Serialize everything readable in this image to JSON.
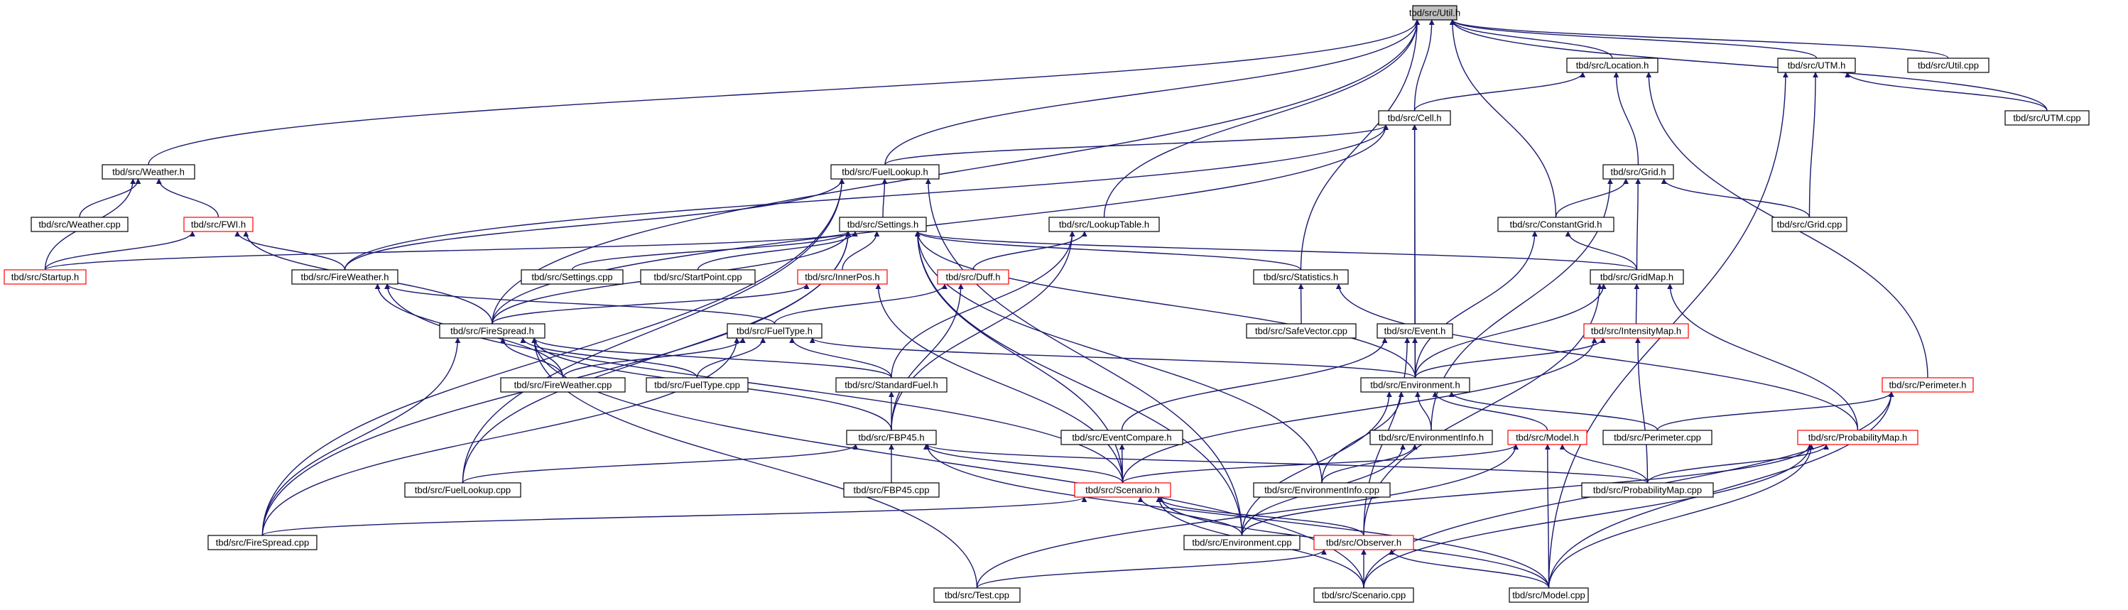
{
  "colors": {
    "edge": "#191970",
    "node_border": "#000000",
    "node_border_incomplete": "#ff0000",
    "node_fill": "#ffffff",
    "node_fill_selected": "#bfbfbf"
  },
  "nodes": {
    "util_h": {
      "label": "tbd/src/Util.h",
      "style": "selected"
    },
    "location_h": {
      "label": "tbd/src/Location.h",
      "style": "normal"
    },
    "utm_h": {
      "label": "tbd/src/UTM.h",
      "style": "normal"
    },
    "util_cpp": {
      "label": "tbd/src/Util.cpp",
      "style": "normal"
    },
    "utm_cpp": {
      "label": "tbd/src/UTM.cpp",
      "style": "normal"
    },
    "cell_h": {
      "label": "tbd/src/Cell.h",
      "style": "normal"
    },
    "weather_h": {
      "label": "tbd/src/Weather.h",
      "style": "normal"
    },
    "fuellookup_h": {
      "label": "tbd/src/FuelLookup.h",
      "style": "normal"
    },
    "grid_h": {
      "label": "tbd/src/Grid.h",
      "style": "normal"
    },
    "weather_cpp": {
      "label": "tbd/src/Weather.cpp",
      "style": "normal"
    },
    "fwi_h": {
      "label": "tbd/src/FWI.h",
      "style": "incomplete"
    },
    "settings_h": {
      "label": "tbd/src/Settings.h",
      "style": "normal"
    },
    "lookuptable_h": {
      "label": "tbd/src/LookupTable.h",
      "style": "normal"
    },
    "constantgrid_h": {
      "label": "tbd/src/ConstantGrid.h",
      "style": "normal"
    },
    "grid_cpp": {
      "label": "tbd/src/Grid.cpp",
      "style": "normal"
    },
    "startup_h": {
      "label": "tbd/src/Startup.h",
      "style": "incomplete"
    },
    "fireweather_h": {
      "label": "tbd/src/FireWeather.h",
      "style": "normal"
    },
    "settings_cpp": {
      "label": "tbd/src/Settings.cpp",
      "style": "normal"
    },
    "startpoint_cpp": {
      "label": "tbd/src/StartPoint.cpp",
      "style": "normal"
    },
    "innerpos_h": {
      "label": "tbd/src/InnerPos.h",
      "style": "incomplete"
    },
    "duff_h": {
      "label": "tbd/src/Duff.h",
      "style": "incomplete"
    },
    "statistics_h": {
      "label": "tbd/src/Statistics.h",
      "style": "normal"
    },
    "gridmap_h": {
      "label": "tbd/src/GridMap.h",
      "style": "normal"
    },
    "firespread_h": {
      "label": "tbd/src/FireSpread.h",
      "style": "normal"
    },
    "fueltype_h": {
      "label": "tbd/src/FuelType.h",
      "style": "normal"
    },
    "safevector_cpp": {
      "label": "tbd/src/SafeVector.cpp",
      "style": "normal"
    },
    "event_h": {
      "label": "tbd/src/Event.h",
      "style": "normal"
    },
    "intensitymap_h": {
      "label": "tbd/src/IntensityMap.h",
      "style": "incomplete"
    },
    "fireweather_cpp": {
      "label": "tbd/src/FireWeather.cpp",
      "style": "normal"
    },
    "fueltype_cpp": {
      "label": "tbd/src/FuelType.cpp",
      "style": "normal"
    },
    "standardfuel_h": {
      "label": "tbd/src/StandardFuel.h",
      "style": "normal"
    },
    "environment_h": {
      "label": "tbd/src/Environment.h",
      "style": "normal"
    },
    "perimeter_h": {
      "label": "tbd/src/Perimeter.h",
      "style": "incomplete"
    },
    "fbp45_h": {
      "label": "tbd/src/FBP45.h",
      "style": "normal"
    },
    "eventcompare_h": {
      "label": "tbd/src/EventCompare.h",
      "style": "normal"
    },
    "environmentinfo_h": {
      "label": "tbd/src/EnvironmentInfo.h",
      "style": "normal"
    },
    "model_h": {
      "label": "tbd/src/Model.h",
      "style": "incomplete"
    },
    "perimeter_cpp": {
      "label": "tbd/src/Perimeter.cpp",
      "style": "normal"
    },
    "probabilitymap_h": {
      "label": "tbd/src/ProbabilityMap.h",
      "style": "incomplete"
    },
    "fuellookup_cpp": {
      "label": "tbd/src/FuelLookup.cpp",
      "style": "normal"
    },
    "fbp45_cpp": {
      "label": "tbd/src/FBP45.cpp",
      "style": "normal"
    },
    "scenario_h": {
      "label": "tbd/src/Scenario.h",
      "style": "incomplete"
    },
    "environmentinfo_cpp": {
      "label": "tbd/src/EnvironmentInfo.cpp",
      "style": "normal"
    },
    "probabilitymap_cpp": {
      "label": "tbd/src/ProbabilityMap.cpp",
      "style": "normal"
    },
    "firespread_cpp": {
      "label": "tbd/src/FireSpread.cpp",
      "style": "normal"
    },
    "environment_cpp": {
      "label": "tbd/src/Environment.cpp",
      "style": "normal"
    },
    "observer_h": {
      "label": "tbd/src/Observer.h",
      "style": "incomplete"
    },
    "test_cpp": {
      "label": "tbd/src/Test.cpp",
      "style": "normal"
    },
    "scenario_cpp": {
      "label": "tbd/src/Scenario.cpp",
      "style": "normal"
    },
    "model_cpp": {
      "label": "tbd/src/Model.cpp",
      "style": "normal"
    }
  },
  "edges": [
    [
      "util_h",
      "location_h"
    ],
    [
      "util_h",
      "utm_h"
    ],
    [
      "util_h",
      "util_cpp"
    ],
    [
      "util_h",
      "utm_cpp"
    ],
    [
      "util_h",
      "cell_h"
    ],
    [
      "util_h",
      "weather_h"
    ],
    [
      "util_h",
      "fuellookup_h"
    ],
    [
      "util_h",
      "lookuptable_h"
    ],
    [
      "util_h",
      "constantgrid_h"
    ],
    [
      "util_h",
      "statistics_h"
    ],
    [
      "util_h",
      "firespread_h"
    ],
    [
      "location_h",
      "cell_h"
    ],
    [
      "location_h",
      "grid_h"
    ],
    [
      "location_h",
      "perimeter_h"
    ],
    [
      "utm_h",
      "utm_cpp"
    ],
    [
      "utm_h",
      "grid_cpp"
    ],
    [
      "utm_h",
      "model_cpp"
    ],
    [
      "cell_h",
      "fuellookup_h"
    ],
    [
      "cell_h",
      "event_h"
    ],
    [
      "cell_h",
      "environment_h"
    ],
    [
      "cell_h",
      "firespread_h"
    ],
    [
      "cell_h",
      "fireweather_h"
    ],
    [
      "weather_h",
      "weather_cpp"
    ],
    [
      "weather_h",
      "fwi_h"
    ],
    [
      "weather_h",
      "startup_h"
    ],
    [
      "fuellookup_h",
      "settings_h"
    ],
    [
      "fuellookup_h",
      "fuellookup_cpp"
    ],
    [
      "fuellookup_h",
      "firespread_cpp"
    ],
    [
      "fuellookup_h",
      "environment_cpp"
    ],
    [
      "fuellookup_h",
      "fireweather_h"
    ],
    [
      "grid_h",
      "constantgrid_h"
    ],
    [
      "grid_h",
      "gridmap_h"
    ],
    [
      "grid_h",
      "grid_cpp"
    ],
    [
      "grid_h",
      "environmentinfo_h"
    ],
    [
      "fwi_h",
      "startup_h"
    ],
    [
      "fwi_h",
      "fireweather_h"
    ],
    [
      "fwi_h",
      "firespread_h"
    ],
    [
      "settings_h",
      "settings_cpp"
    ],
    [
      "settings_h",
      "startpoint_cpp"
    ],
    [
      "settings_h",
      "innerpos_h"
    ],
    [
      "settings_h",
      "statistics_h"
    ],
    [
      "settings_h",
      "gridmap_h"
    ],
    [
      "settings_h",
      "firespread_h"
    ],
    [
      "settings_h",
      "firespread_cpp"
    ],
    [
      "settings_h",
      "environment_h"
    ],
    [
      "settings_h",
      "scenario_h"
    ],
    [
      "settings_h",
      "fuellookup_cpp"
    ],
    [
      "settings_h",
      "environment_cpp"
    ],
    [
      "settings_h",
      "environmentinfo_cpp"
    ],
    [
      "settings_h",
      "startup_h"
    ],
    [
      "lookuptable_h",
      "duff_h"
    ],
    [
      "lookuptable_h",
      "fbp45_h"
    ],
    [
      "lookuptable_h",
      "standardfuel_h"
    ],
    [
      "constantgrid_h",
      "gridmap_h"
    ],
    [
      "constantgrid_h",
      "environment_h"
    ],
    [
      "fireweather_h",
      "fueltype_h"
    ],
    [
      "fireweather_h",
      "fireweather_cpp"
    ],
    [
      "fireweather_h",
      "scenario_h"
    ],
    [
      "innerpos_h",
      "firespread_h"
    ],
    [
      "innerpos_h",
      "scenario_h"
    ],
    [
      "duff_h",
      "fueltype_h"
    ],
    [
      "duff_h",
      "fbp45_h"
    ],
    [
      "statistics_h",
      "safevector_cpp"
    ],
    [
      "statistics_h",
      "probabilitymap_h"
    ],
    [
      "gridmap_h",
      "intensitymap_h"
    ],
    [
      "gridmap_h",
      "probabilitymap_h"
    ],
    [
      "gridmap_h",
      "environment_h"
    ],
    [
      "gridmap_h",
      "observer_h"
    ],
    [
      "firespread_h",
      "fireweather_cpp"
    ],
    [
      "firespread_h",
      "fueltype_cpp"
    ],
    [
      "firespread_h",
      "standardfuel_h"
    ],
    [
      "firespread_h",
      "fbp45_h"
    ],
    [
      "firespread_h",
      "firespread_cpp"
    ],
    [
      "firespread_h",
      "test_cpp"
    ],
    [
      "firespread_h",
      "scenario_cpp"
    ],
    [
      "fueltype_h",
      "fueltype_cpp"
    ],
    [
      "fueltype_h",
      "fireweather_cpp"
    ],
    [
      "fueltype_h",
      "standardfuel_h"
    ],
    [
      "fueltype_h",
      "environment_h"
    ],
    [
      "fueltype_h",
      "firespread_cpp"
    ],
    [
      "event_h",
      "environment_h"
    ],
    [
      "event_h",
      "eventcompare_h"
    ],
    [
      "event_h",
      "observer_h"
    ],
    [
      "intensitymap_h",
      "environment_h"
    ],
    [
      "intensitymap_h",
      "probabilitymap_cpp"
    ],
    [
      "intensitymap_h",
      "scenario_h"
    ],
    [
      "standardfuel_h",
      "fbp45_h"
    ],
    [
      "environment_h",
      "environmentinfo_h"
    ],
    [
      "environment_h",
      "model_h"
    ],
    [
      "environment_h",
      "perimeter_cpp"
    ],
    [
      "environment_h",
      "environmentinfo_cpp"
    ],
    [
      "environment_h",
      "environment_cpp"
    ],
    [
      "perimeter_h",
      "perimeter_cpp"
    ],
    [
      "perimeter_h",
      "scenario_cpp"
    ],
    [
      "perimeter_h",
      "model_cpp"
    ],
    [
      "fbp45_h",
      "fbp45_cpp"
    ],
    [
      "fbp45_h",
      "fuellookup_cpp"
    ],
    [
      "fbp45_h",
      "probabilitymap_cpp"
    ],
    [
      "fbp45_h",
      "model_cpp"
    ],
    [
      "fbp45_h",
      "scenario_h"
    ],
    [
      "eventcompare_h",
      "scenario_h"
    ],
    [
      "environmentinfo_h",
      "environmentinfo_cpp"
    ],
    [
      "environmentinfo_h",
      "environment_cpp"
    ],
    [
      "model_h",
      "scenario_h"
    ],
    [
      "model_h",
      "probabilitymap_cpp"
    ],
    [
      "model_h",
      "model_cpp"
    ],
    [
      "model_h",
      "test_cpp"
    ],
    [
      "probabilitymap_h",
      "probabilitymap_cpp"
    ],
    [
      "probabilitymap_h",
      "scenario_cpp"
    ],
    [
      "probabilitymap_h",
      "model_cpp"
    ],
    [
      "probabilitymap_h",
      "environment_cpp"
    ],
    [
      "scenario_h",
      "firespread_cpp"
    ],
    [
      "scenario_h",
      "environment_cpp"
    ],
    [
      "scenario_h",
      "observer_h"
    ],
    [
      "scenario_h",
      "scenario_cpp"
    ],
    [
      "scenario_h",
      "model_cpp"
    ],
    [
      "observer_h",
      "test_cpp"
    ],
    [
      "observer_h",
      "scenario_cpp"
    ],
    [
      "observer_h",
      "model_cpp"
    ]
  ]
}
